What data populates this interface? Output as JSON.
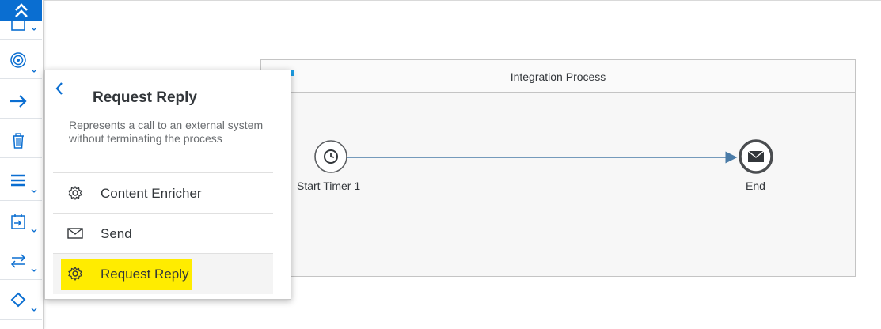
{
  "palette": {
    "collapse_icon": "double-chevron-up-icon",
    "items": [
      {
        "icon": "square-icon"
      },
      {
        "icon": "target-icon"
      },
      {
        "icon": "arrow-right-icon"
      },
      {
        "icon": "trash-icon"
      },
      {
        "icon": "menu-icon"
      },
      {
        "icon": "calendar-import-icon"
      },
      {
        "icon": "swap-arrows-icon"
      },
      {
        "icon": "diamond-icon"
      }
    ]
  },
  "popover": {
    "title": "Request Reply",
    "description": "Represents a call to an external system without terminating the process",
    "items": [
      {
        "label": "Content Enricher",
        "icon": "gear-icon"
      },
      {
        "label": "Send",
        "icon": "envelope-icon"
      },
      {
        "label": "Request Reply",
        "icon": "gear-icon",
        "selected": true
      }
    ]
  },
  "process": {
    "title": "Integration Process",
    "start": {
      "label": "Start Timer 1",
      "icon": "clock-icon"
    },
    "end": {
      "label": "End",
      "icon": "envelope-icon"
    }
  },
  "colors": {
    "accent": "#0a6ed1",
    "highlight": "#ffec00",
    "wire": "#4a7ba7"
  }
}
